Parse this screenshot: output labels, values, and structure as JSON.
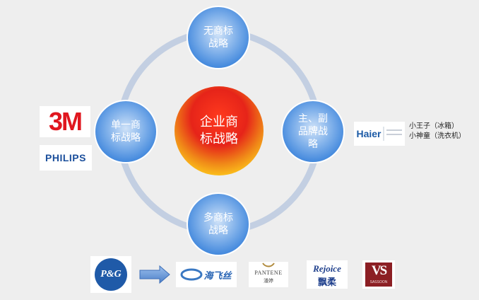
{
  "center": {
    "label": "企业商\n标战略"
  },
  "nodes": {
    "top": {
      "label": "无商标\n战略"
    },
    "left": {
      "label": "单一商\n标战略"
    },
    "right": {
      "label": "主、副\n品牌战\n略"
    },
    "bottom": {
      "label": "多商标\n战略"
    }
  },
  "left_logos": {
    "logo_3m": "3M",
    "logo_philips": "PHILIPS"
  },
  "right_example": {
    "logo_haier": "Haier",
    "line1": "小王子（冰箱）",
    "line2": "小神童（洗衣机）"
  },
  "bottom_logos": {
    "pg": "P&G",
    "haifeisi": "海飞丝",
    "pantene": "PANTENE",
    "pantene_cn": "潘婷",
    "rejoice": "Rejoice",
    "rejoice_cn": "飘柔",
    "vs": "VS",
    "vs_sub": "SASSOON"
  },
  "colors": {
    "ring": "#c3cfe2",
    "node_blue": "#4a8fe0",
    "center_red": "#e0241a",
    "center_yellow": "#ffd21c",
    "arrow": "#5b8fd6"
  }
}
